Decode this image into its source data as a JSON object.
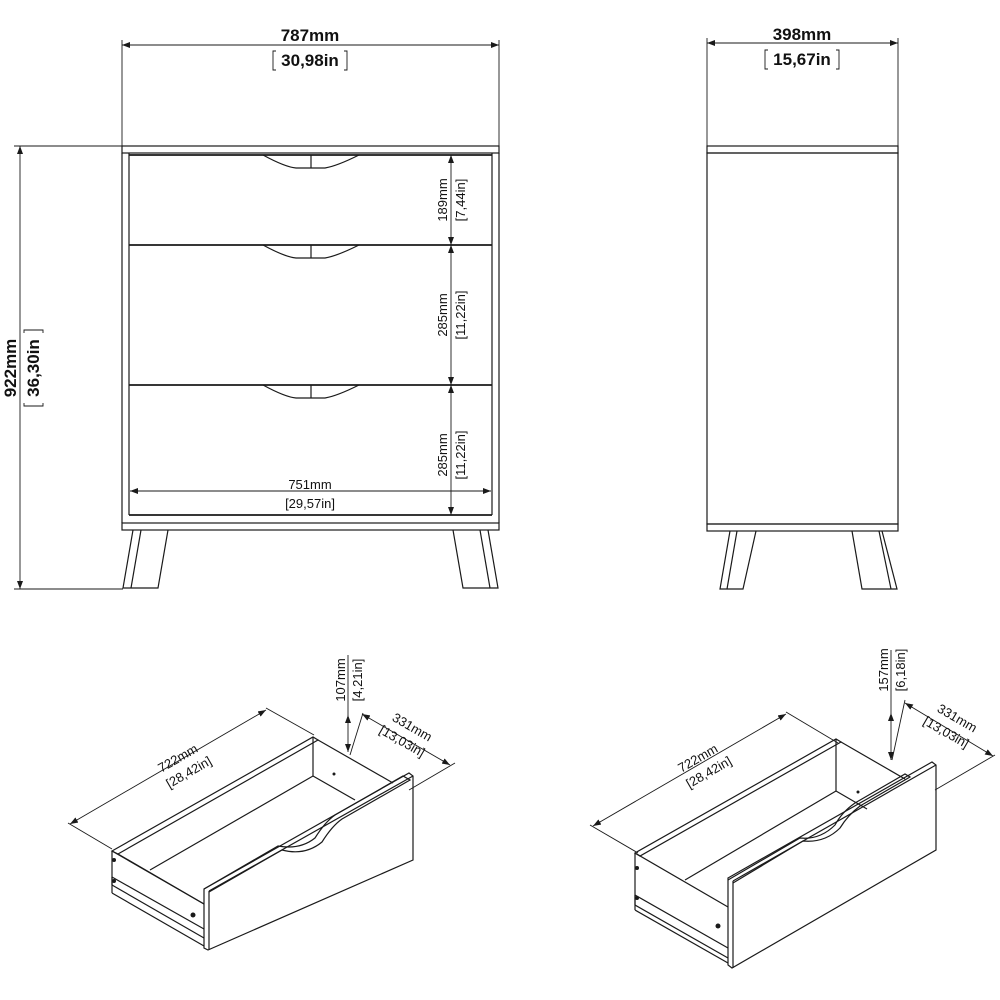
{
  "front_view": {
    "overall_width": {
      "mm": "787mm",
      "in": "30,98in"
    },
    "overall_height": {
      "mm": "922mm",
      "in": "36,30in"
    },
    "inner_width": {
      "mm": "751mm",
      "in": "29,57in"
    },
    "drawers": [
      {
        "mm": "189mm",
        "in": "7,44in"
      },
      {
        "mm": "285mm",
        "in": "11,22in"
      },
      {
        "mm": "285mm",
        "in": "11,22in"
      }
    ]
  },
  "side_view": {
    "depth": {
      "mm": "398mm",
      "in": "15,67in"
    }
  },
  "drawer_small": {
    "length": {
      "mm": "722mm",
      "in": "28,42in"
    },
    "depth": {
      "mm": "331mm",
      "in": "13,03in"
    },
    "height": {
      "mm": "107mm",
      "in": "4,21in"
    }
  },
  "drawer_large": {
    "length": {
      "mm": "722mm",
      "in": "28,42in"
    },
    "depth": {
      "mm": "331mm",
      "in": "13,03in"
    },
    "height": {
      "mm": "157mm",
      "in": "6,18in"
    }
  }
}
